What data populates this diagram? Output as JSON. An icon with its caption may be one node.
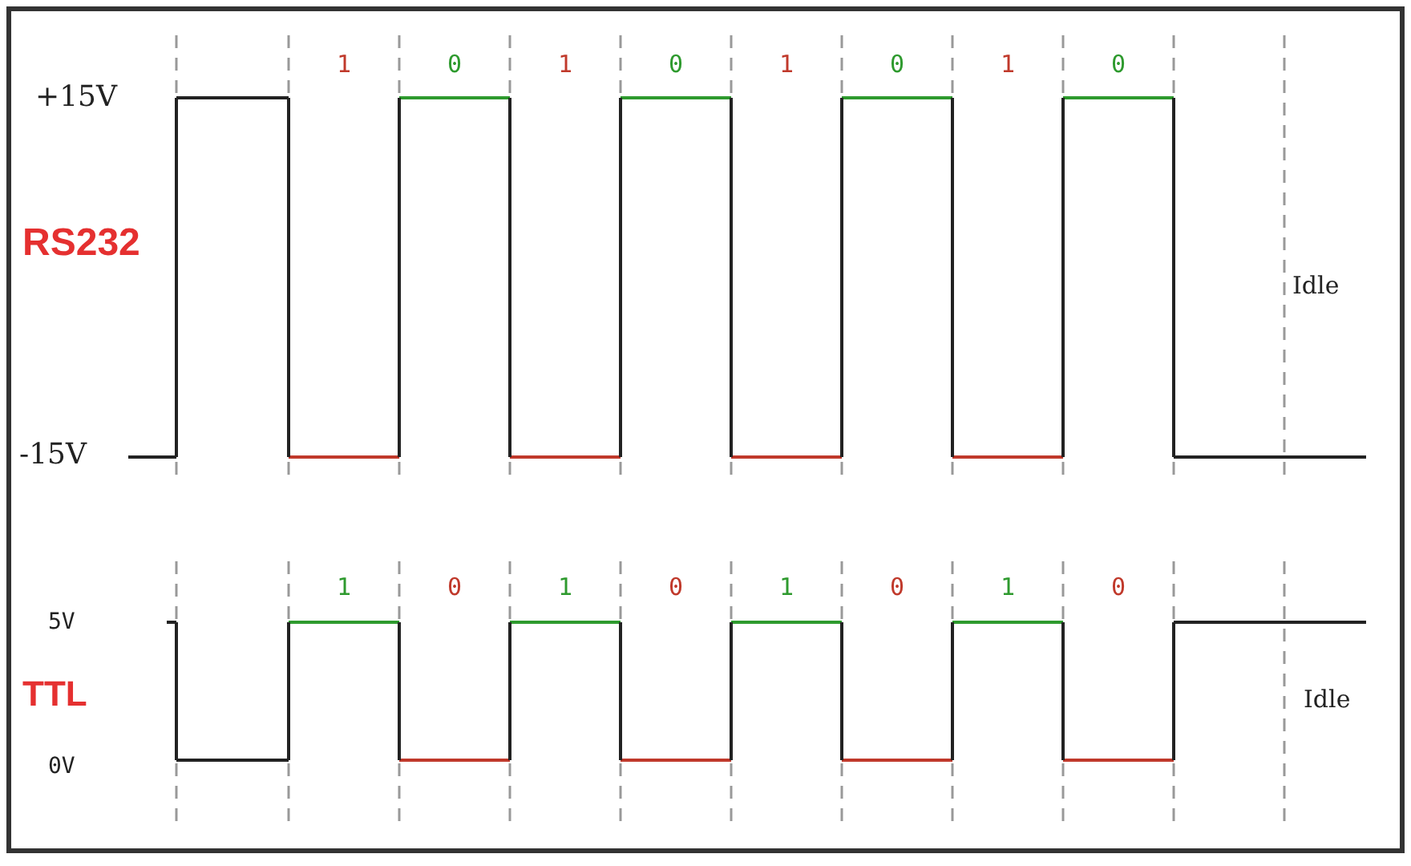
{
  "diagram": {
    "labels": [
      "1",
      "0",
      "1",
      "0",
      "1",
      "0",
      "1",
      "0",
      "+15V",
      "RS232",
      "Idle",
      "-15V",
      "1",
      "0",
      "1",
      "0",
      "1",
      "0",
      "1",
      "0",
      "5V",
      "TTL",
      "Idle",
      "0V"
    ]
  }
}
